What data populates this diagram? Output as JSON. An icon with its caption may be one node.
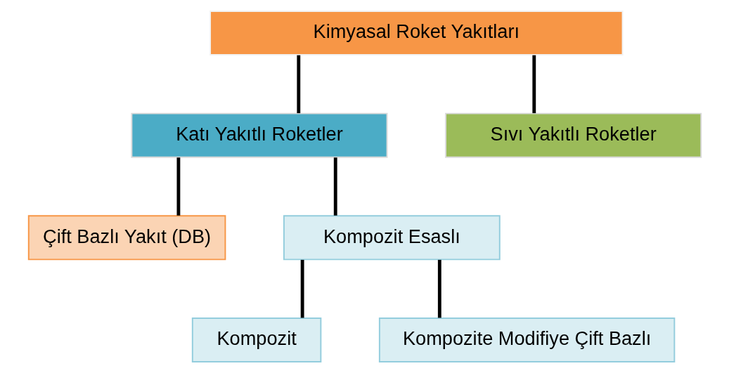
{
  "diagram": {
    "nodes": [
      {
        "text": [
          "Kimyasal Roket Yakıtları"
        ]
      },
      {
        "text": [
          "Katı Yakıtlı Roketler"
        ]
      },
      {
        "text": [
          "Sıvı Yakıtlı Roketler"
        ]
      },
      {
        "text": [
          "Çift Bazlı Yakıt (DB)"
        ]
      },
      {
        "text": [
          "Kompozit Esaslı"
        ]
      },
      {
        "text": [
          "Kompozit"
        ]
      },
      {
        "text": [
          "Kompozite Modifiye Çift Bazlı"
        ]
      }
    ],
    "edges": [
      {
        "from": 0,
        "to": 1,
        "arrow": "none"
      },
      {
        "from": 0,
        "to": 2,
        "arrow": "none"
      },
      {
        "from": 1,
        "to": 3,
        "arrow": "none"
      },
      {
        "from": 1,
        "to": 4,
        "arrow": "none"
      },
      {
        "from": 4,
        "to": 5,
        "arrow": "none"
      },
      {
        "from": 4,
        "to": 6,
        "arrow": "none"
      }
    ]
  }
}
